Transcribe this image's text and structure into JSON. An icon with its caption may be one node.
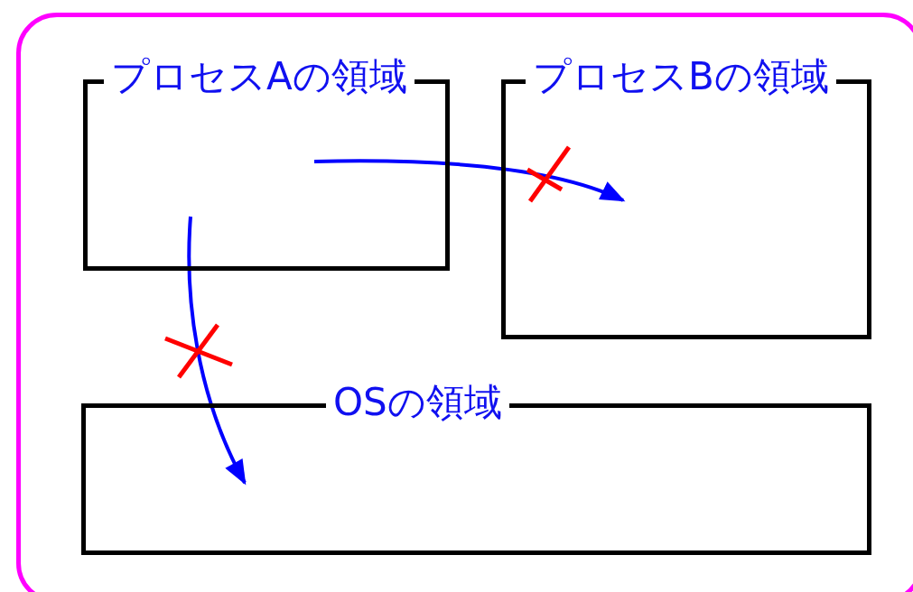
{
  "diagram": {
    "nodes": [
      {
        "text": [],
        "shape": "box"
      },
      {
        "text": [
          "プロセスAの領域"
        ],
        "in": 0
      },
      {
        "text": [
          "プロセスBの領域"
        ],
        "in": 0
      },
      {
        "text": [
          "OSの領域"
        ],
        "in": 0
      }
    ],
    "edges": [
      {
        "from": 1,
        "to": 2,
        "arrow": "to"
      },
      {
        "from": 1,
        "to": 3,
        "arrow": "to"
      }
    ]
  }
}
